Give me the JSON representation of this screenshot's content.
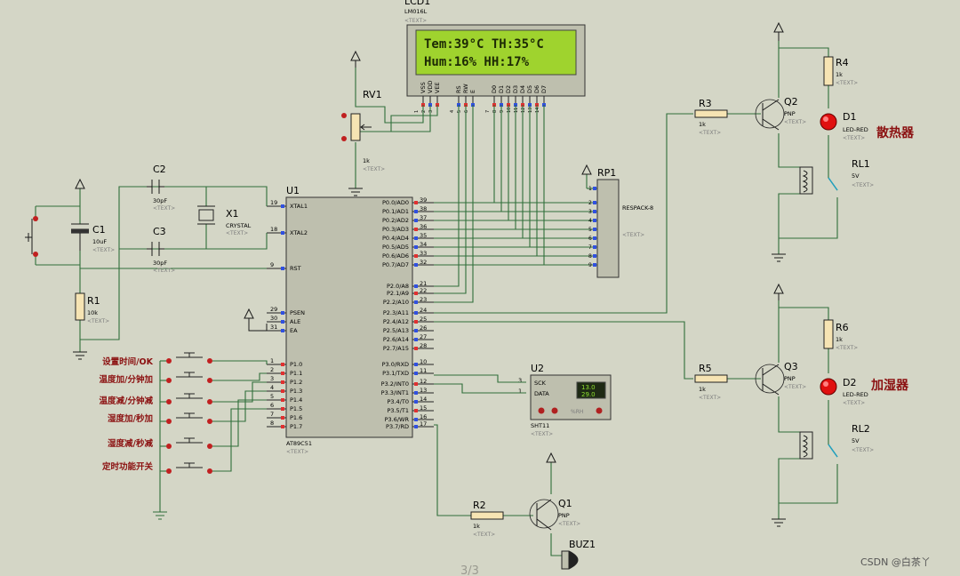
{
  "lcd": {
    "ref": "LCD1",
    "model": "LM016L",
    "line1": "Tem:39°C TH:35°C",
    "line2": "Hum:16%  HH:17%",
    "pins": [
      "VSS",
      "VDD",
      "VEE",
      "RS",
      "RW",
      "E",
      "D0",
      "D1",
      "D2",
      "D3",
      "D4",
      "D5",
      "D6",
      "D7"
    ],
    "pin_numbers": [
      "1",
      "2",
      "3",
      "4",
      "5",
      "6",
      "7",
      "8",
      "9",
      "10",
      "11",
      "12",
      "13",
      "14"
    ]
  },
  "text_placeholder": "<TEXT>",
  "rv1": {
    "ref": "RV1",
    "value": "1k"
  },
  "c1": {
    "ref": "C1",
    "value": "10uF"
  },
  "c2": {
    "ref": "C2",
    "value": "30pF"
  },
  "c3": {
    "ref": "C3",
    "value": "30pF"
  },
  "x1": {
    "ref": "X1",
    "type": "CRYSTAL"
  },
  "r1": {
    "ref": "R1",
    "value": "10k"
  },
  "r2": {
    "ref": "R2",
    "value": "1k"
  },
  "r3": {
    "ref": "R3",
    "value": "1k"
  },
  "r4": {
    "ref": "R4",
    "value": "1k"
  },
  "r5": {
    "ref": "R5",
    "value": "1k"
  },
  "r6": {
    "ref": "R6",
    "value": "1k"
  },
  "q1": {
    "ref": "Q1",
    "type": "PNP"
  },
  "q2": {
    "ref": "Q2",
    "type": "PNP"
  },
  "q3": {
    "ref": "Q3",
    "type": "PNP"
  },
  "d1": {
    "ref": "D1",
    "type": "LED-RED"
  },
  "d2": {
    "ref": "D2",
    "type": "LED-RED"
  },
  "rl1": {
    "ref": "RL1",
    "value": "5V"
  },
  "rl2": {
    "ref": "RL2",
    "value": "5V"
  },
  "rp1": {
    "ref": "RP1",
    "type": "RESPACK-8",
    "pins": [
      "1",
      "2",
      "3",
      "4",
      "5",
      "6",
      "7",
      "8",
      "9"
    ]
  },
  "buz1": {
    "ref": "BUZ1"
  },
  "u2": {
    "ref": "U2",
    "model": "SHT11",
    "pin_sck": "SCK",
    "pin_data": "DATA",
    "pin3": "3",
    "pin1": "1",
    "reading1": "13.0",
    "reading2": "29.0",
    "brand": "%RH"
  },
  "u1": {
    "ref": "U1",
    "model": "AT89C51",
    "left_pins": [
      {
        "num": "19",
        "name": "XTAL1"
      },
      {
        "num": "18",
        "name": "XTAL2"
      },
      {
        "num": "9",
        "name": "RST"
      },
      {
        "num": "29",
        "name": "PSEN"
      },
      {
        "num": "30",
        "name": "ALE"
      },
      {
        "num": "31",
        "name": "EA"
      },
      {
        "num": "1",
        "name": "P1.0"
      },
      {
        "num": "2",
        "name": "P1.1"
      },
      {
        "num": "3",
        "name": "P1.2"
      },
      {
        "num": "4",
        "name": "P1.3"
      },
      {
        "num": "5",
        "name": "P1.4"
      },
      {
        "num": "6",
        "name": "P1.5"
      },
      {
        "num": "7",
        "name": "P1.6"
      },
      {
        "num": "8",
        "name": "P1.7"
      }
    ],
    "right_pins": [
      {
        "num": "39",
        "name": "P0.0/AD0"
      },
      {
        "num": "38",
        "name": "P0.1/AD1"
      },
      {
        "num": "37",
        "name": "P0.2/AD2"
      },
      {
        "num": "36",
        "name": "P0.3/AD3"
      },
      {
        "num": "35",
        "name": "P0.4/AD4"
      },
      {
        "num": "34",
        "name": "P0.5/AD5"
      },
      {
        "num": "33",
        "name": "P0.6/AD6"
      },
      {
        "num": "32",
        "name": "P0.7/AD7"
      },
      {
        "num": "21",
        "name": "P2.0/A8"
      },
      {
        "num": "22",
        "name": "P2.1/A9"
      },
      {
        "num": "23",
        "name": "P2.2/A10"
      },
      {
        "num": "24",
        "name": "P2.3/A11"
      },
      {
        "num": "25",
        "name": "P2.4/A12"
      },
      {
        "num": "26",
        "name": "P2.5/A13"
      },
      {
        "num": "27",
        "name": "P2.6/A14"
      },
      {
        "num": "28",
        "name": "P2.7/A15"
      },
      {
        "num": "10",
        "name": "P3.0/RXD"
      },
      {
        "num": "11",
        "name": "P3.1/TXD"
      },
      {
        "num": "12",
        "name": "P3.2/INT0"
      },
      {
        "num": "13",
        "name": "P3.3/INT1"
      },
      {
        "num": "14",
        "name": "P3.4/T0"
      },
      {
        "num": "15",
        "name": "P3.5/T1"
      },
      {
        "num": "16",
        "name": "P3.6/WR"
      },
      {
        "num": "17",
        "name": "P3.7/RD"
      }
    ]
  },
  "labels": {
    "fan": "散热器",
    "humidifier": "加湿器"
  },
  "buttons": [
    "设置时间/OK",
    "温度加/分钟加",
    "温度减/分钟减",
    "湿度加/秒加",
    "湿度减/秒减",
    "定时功能开关"
  ],
  "page_indicator": "3/3",
  "watermark": "CSDN @白茶丫"
}
